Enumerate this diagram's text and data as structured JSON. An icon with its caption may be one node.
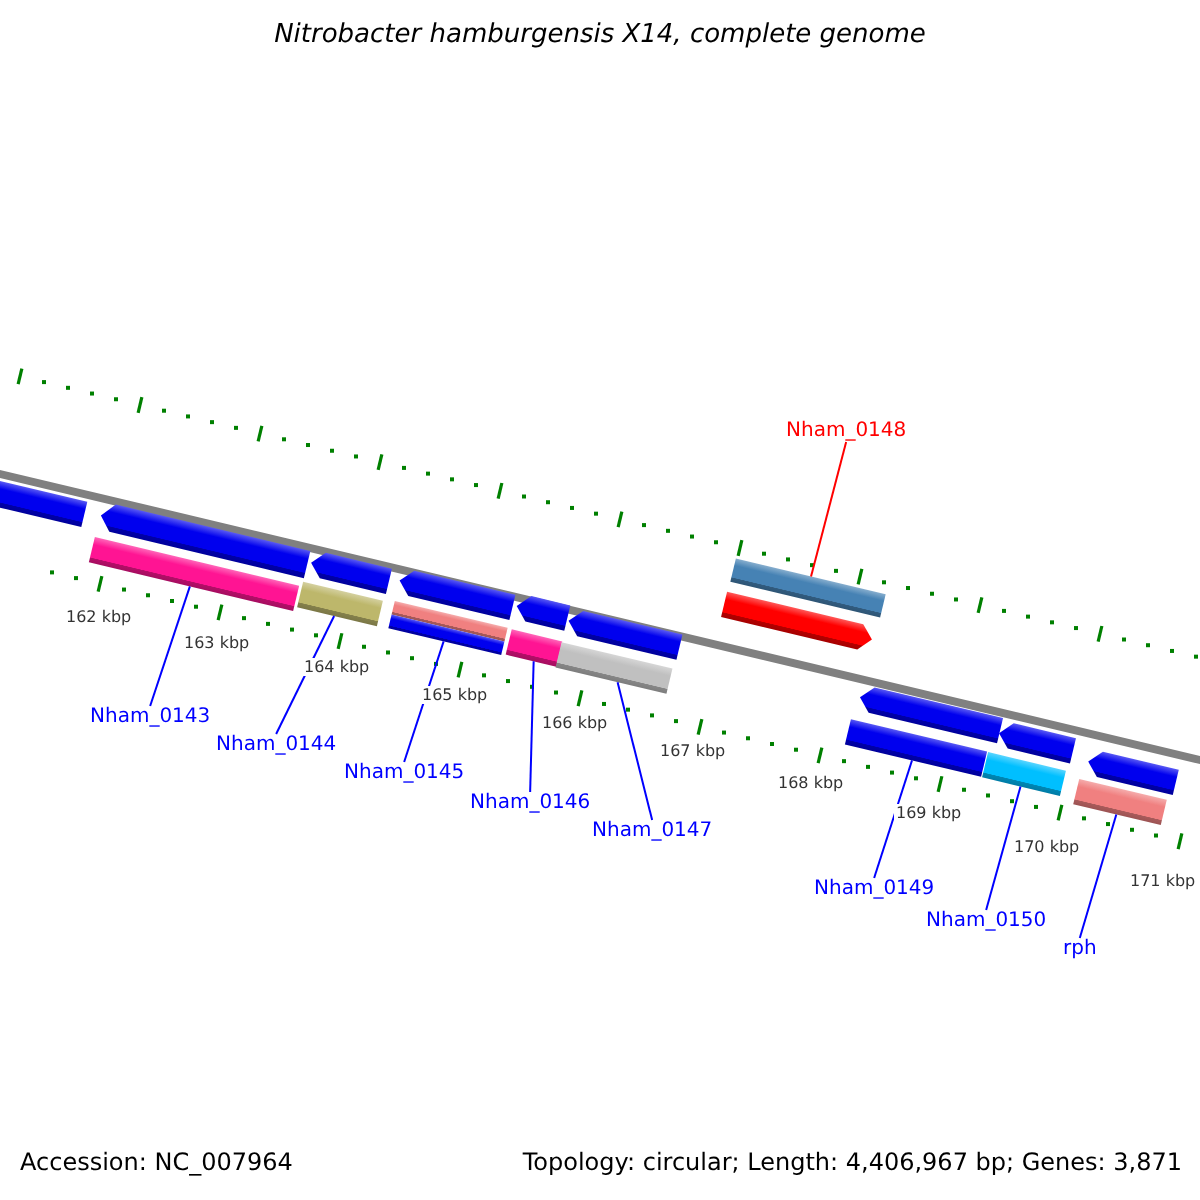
{
  "diagram": {
    "title": "Nitrobacter hamburgensis X14, complete genome",
    "nodes": [
      {
        "text": [
          "Nham_0148"
        ]
      },
      {
        "text": [],
        "shape": "bar"
      },
      {
        "text": [
          "Nham_0143"
        ]
      },
      {
        "text": [],
        "shape": "bar"
      },
      {
        "text": [
          "Nham_0144"
        ]
      },
      {
        "text": [],
        "shape": "bar"
      },
      {
        "text": [
          "Nham_0145"
        ]
      },
      {
        "text": [],
        "shape": "bar"
      },
      {
        "text": [
          "Nham_0146"
        ]
      },
      {
        "text": [],
        "shape": "bar"
      },
      {
        "text": [
          "Nham_0147"
        ]
      },
      {
        "text": [],
        "shape": "bar"
      },
      {
        "text": [
          "Nham_0149"
        ]
      },
      {
        "text": [],
        "shape": "bar"
      },
      {
        "text": [
          "Nham_0150"
        ]
      },
      {
        "text": [],
        "shape": "bar"
      },
      {
        "text": [
          "rph"
        ]
      },
      {
        "text": [],
        "shape": "bar"
      },
      {
        "text": [],
        "shape": "arrow"
      },
      {
        "text": [],
        "shape": "arrow"
      },
      {
        "text": [],
        "shape": "arrow"
      },
      {
        "text": [],
        "shape": "arrow"
      },
      {
        "text": [],
        "shape": "arrow"
      },
      {
        "text": [],
        "shape": "arrow"
      },
      {
        "text": [],
        "shape": "arrow"
      },
      {
        "text": [],
        "shape": "arrow"
      },
      {
        "text": [],
        "shape": "arrow"
      },
      {
        "text": [],
        "shape": "arrow"
      }
    ],
    "edges": [
      {
        "from": 0,
        "to": 1,
        "arrow": "none",
        "color": "#ff0000"
      },
      {
        "from": 2,
        "to": 3,
        "arrow": "none"
      },
      {
        "from": 4,
        "to": 5,
        "arrow": "none"
      },
      {
        "from": 6,
        "to": 7,
        "arrow": "none"
      },
      {
        "from": 8,
        "to": 9,
        "arrow": "none"
      },
      {
        "from": 10,
        "to": 11,
        "arrow": "none"
      },
      {
        "from": 12,
        "to": 13,
        "arrow": "none"
      },
      {
        "from": 14,
        "to": 15,
        "arrow": "none"
      },
      {
        "from": 16,
        "to": 17,
        "arrow": "none"
      }
    ],
    "labels": [
      "162 kbp",
      "163 kbp",
      "164 kbp",
      "165 kbp",
      "166 kbp",
      "167 kbp",
      "168 kbp",
      "169 kbp",
      "170 kbp",
      "171 kbp",
      "Accession: NC_007964",
      "Topology: circular; Length: 4,406,967 bp; Genes: 3,871"
    ]
  }
}
